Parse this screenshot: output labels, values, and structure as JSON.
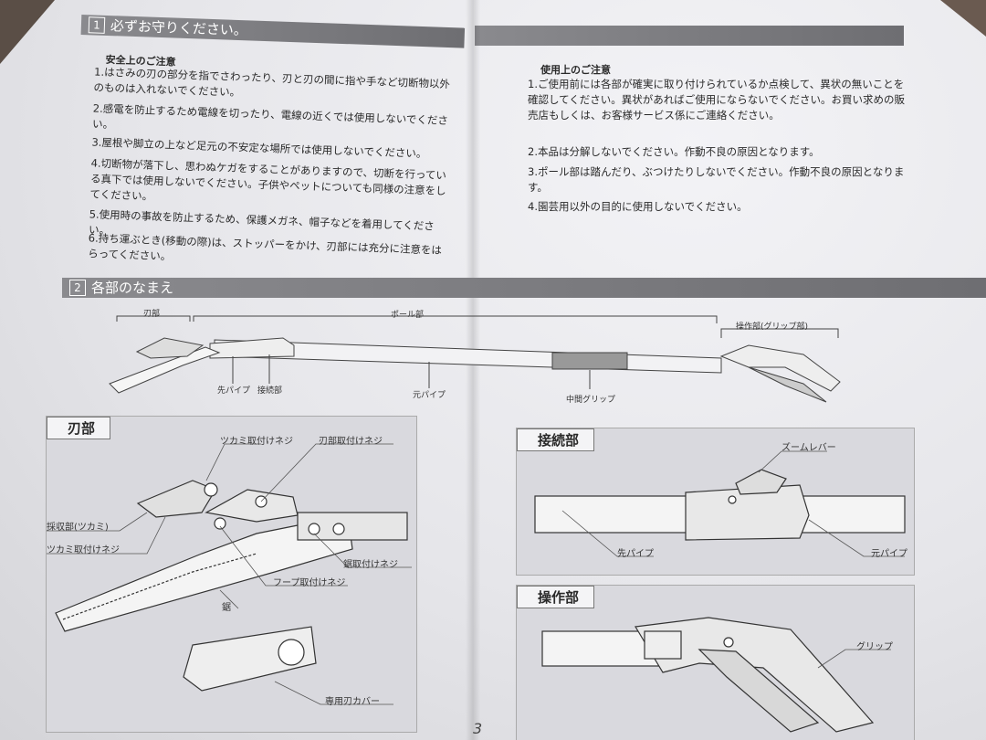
{
  "section1": {
    "number": "1",
    "title": "必ずお守りください。",
    "safety": {
      "heading": "安全上のご注意",
      "items": [
        "1.はさみの刃の部分を指でさわったり、刃と刃の間に指や手など切断物以外のものは入れないでください。",
        "2.感電を防止するため電線を切ったり、電線の近くでは使用しないでください。",
        "3.屋根や脚立の上など足元の不安定な場所では使用しないでください。",
        "4.切断物が落下し、思わぬケガをすることがありますので、切断を行っている真下では使用しないでください。子供やペットについても同様の注意をしてください。",
        "5.使用時の事故を防止するため、保護メガネ、帽子などを着用してください。",
        "6.持ち運ぶとき(移動の際)は、ストッパーをかけ、刃部には充分に注意をはらってください。"
      ]
    },
    "usage": {
      "heading": "使用上のご注意",
      "items": [
        "1.ご使用前には各部が確実に取り付けられているか点検して、異状の無いことを確認してください。異状があればご使用にならないでください。お買い求めの販売店もしくは、お客様サービス係にご連絡ください。",
        "2.本品は分解しないでください。作動不良の原因となります。",
        "3.ポール部は踏んだり、ぶつけたりしないでください。作動不良の原因となります。",
        "4.園芸用以外の目的に使用しないでください。"
      ]
    }
  },
  "section2": {
    "number": "2",
    "title": "各部のなまえ",
    "overview": {
      "blade_part": "刃部",
      "pole_part": "ポール部",
      "grip_part": "操作部(グリップ部)",
      "tip_pipe": "先パイプ",
      "joint": "接続部",
      "base_pipe": "元パイプ",
      "middle_grip": "中間グリップ"
    },
    "blade_panel": {
      "title": "刃部",
      "tsukami_screw_top": "ツカミ取付けネジ",
      "blade_screw": "刃部取付けネジ",
      "catcher": "採収部(ツカミ)",
      "tsukami_screw": "ツカミ取付けネジ",
      "saw_screw": "鋸取付けネジ",
      "hoop_screw": "フープ取付けネジ",
      "saw": "鋸",
      "cover": "専用刃カバー"
    },
    "joint_panel": {
      "title": "接続部",
      "zoom_lever": "ズームレバー",
      "tip_pipe": "先パイプ",
      "base_pipe": "元パイプ"
    },
    "grip_panel": {
      "title": "操作部",
      "grip": "グリップ"
    }
  },
  "page_number": "3"
}
